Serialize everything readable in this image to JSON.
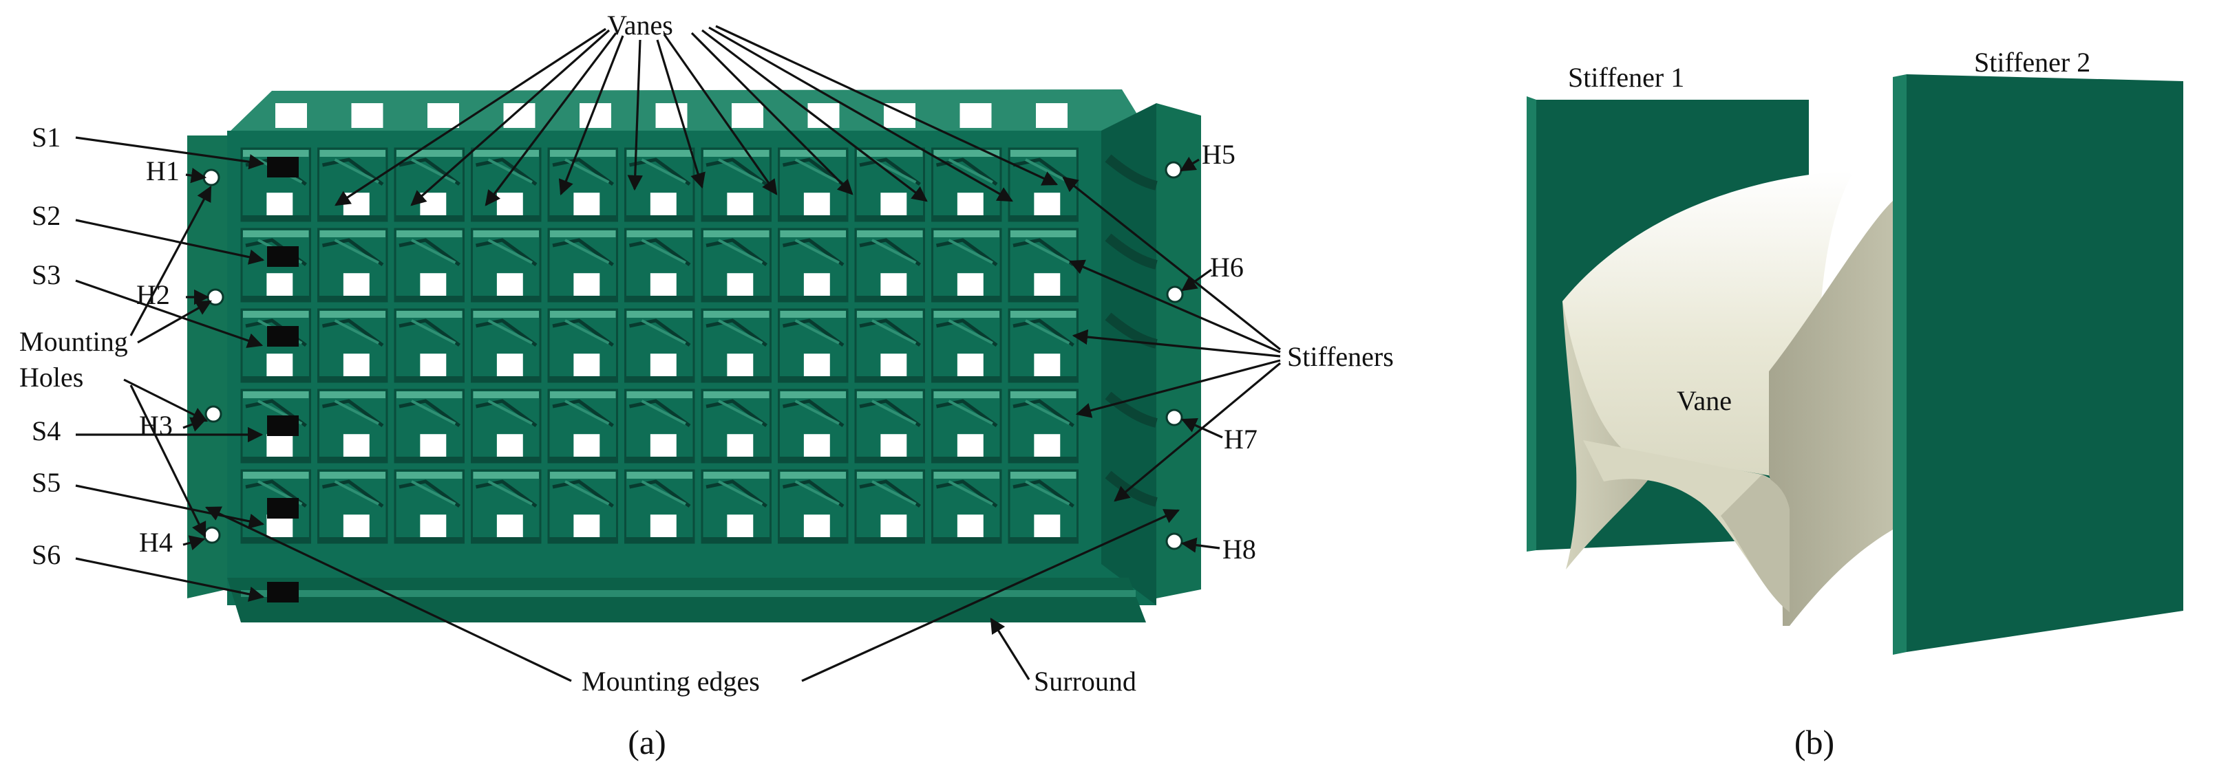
{
  "colors": {
    "frame_dark": "#0a4d3c",
    "frame_mid": "#0f6e55",
    "frame_light": "#2e8f73",
    "frame_highlight": "#4fae90",
    "cell_dark": "#083b2f",
    "hole_white": "#ffffff",
    "slot_black": "#0a0a0a",
    "vane_light": "#e9e8d6",
    "vane_mid": "#bdbca6",
    "vane_dark": "#9f9e88",
    "stiffener_green": "#0b5e48",
    "stiffener_edge": "#1c7f63"
  },
  "panel_a": {
    "caption": "(a)",
    "labels": {
      "vanes": "Vanes",
      "stiffeners": "Stiffeners",
      "mounting_holes_line1": "Mounting",
      "mounting_holes_line2": "Holes",
      "mounting_edges": "Mounting edges",
      "surround": "Surround"
    },
    "slots": [
      "S1",
      "S2",
      "S3",
      "S4",
      "S5",
      "S6"
    ],
    "holes_left": [
      "H1",
      "H2",
      "H3",
      "H4"
    ],
    "holes_right": [
      "H5",
      "H6",
      "H7",
      "H8"
    ],
    "grid": {
      "rows": 5,
      "columns": 11
    }
  },
  "panel_b": {
    "caption": "(b)",
    "labels": {
      "stiffener_1": "Stiffener 1",
      "stiffener_2": "Stiffener 2",
      "vane": "Vane"
    }
  }
}
